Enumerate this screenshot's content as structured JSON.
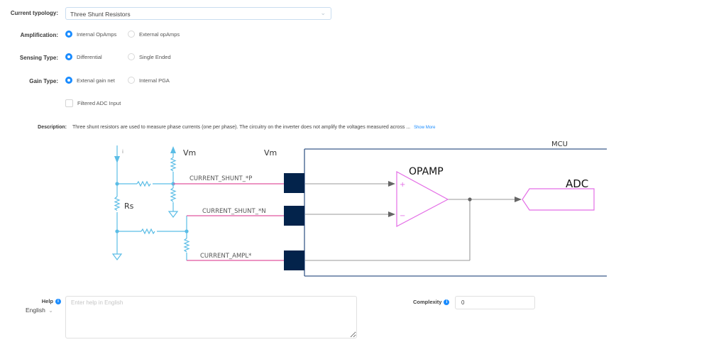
{
  "form": {
    "typology": {
      "label": "Current typology:",
      "value": "Three Shunt Resistors"
    },
    "amplification": {
      "label": "Amplification:",
      "options": [
        "Internal OpAmps",
        "External opAmps"
      ],
      "selected": "Internal OpAmps"
    },
    "sensing_type": {
      "label": "Sensing Type:",
      "options": [
        "Differential",
        "Single Ended"
      ],
      "selected": "Differential"
    },
    "gain_type": {
      "label": "Gain Type:",
      "options": [
        "Extenal gain net",
        "Internal PGA"
      ],
      "selected": "Extenal gain net"
    },
    "filtered_adc": {
      "label": "Filtered ADC Input",
      "checked": false
    },
    "description": {
      "label": "Description:",
      "text": "Three shunt resistors are used to measure phase currents (one per phase). The circuitry on the inverter does not amplify the voltages measured across ...",
      "show_more": "Show More"
    }
  },
  "diagram": {
    "current_label": "i",
    "vm_left": "Vm",
    "vm_right": "Vm",
    "rs_label": "Rs",
    "mcu_label": "MCU",
    "opamp_label": "OPAMP",
    "adc_label": "ADC",
    "plus": "+",
    "minus": "−",
    "signals": [
      "CURRENT_SHUNT_*P",
      "CURRENT_SHUNT_*N",
      "CURRENT_AMPL*"
    ],
    "colors": {
      "circuit": "#5bbde6",
      "wire": "#e0569f",
      "pin": "#03234b",
      "mcu": "#3a5a8a",
      "opamp": "#e46ee6",
      "signal": "#888888"
    }
  },
  "help": {
    "label": "Help",
    "language": "English",
    "placeholder": "Enter help in English",
    "value": ""
  },
  "complexity": {
    "label": "Complexity",
    "value": "0"
  }
}
